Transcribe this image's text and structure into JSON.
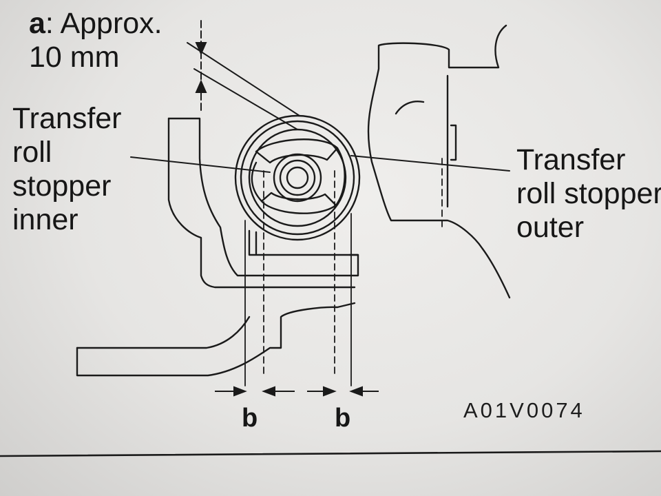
{
  "labels": {
    "a_key": "a",
    "a_text": ": Approx.",
    "a_value": "10 mm",
    "inner_line1": "Transfer",
    "inner_line2": "roll",
    "inner_line3": "stopper",
    "inner_line4": "inner",
    "outer_line1": "Transfer",
    "outer_line2": "roll stopper",
    "outer_line3": "outer",
    "dim_b_left": "b",
    "dim_b_right": "b",
    "figure_code": "A01V0074"
  }
}
